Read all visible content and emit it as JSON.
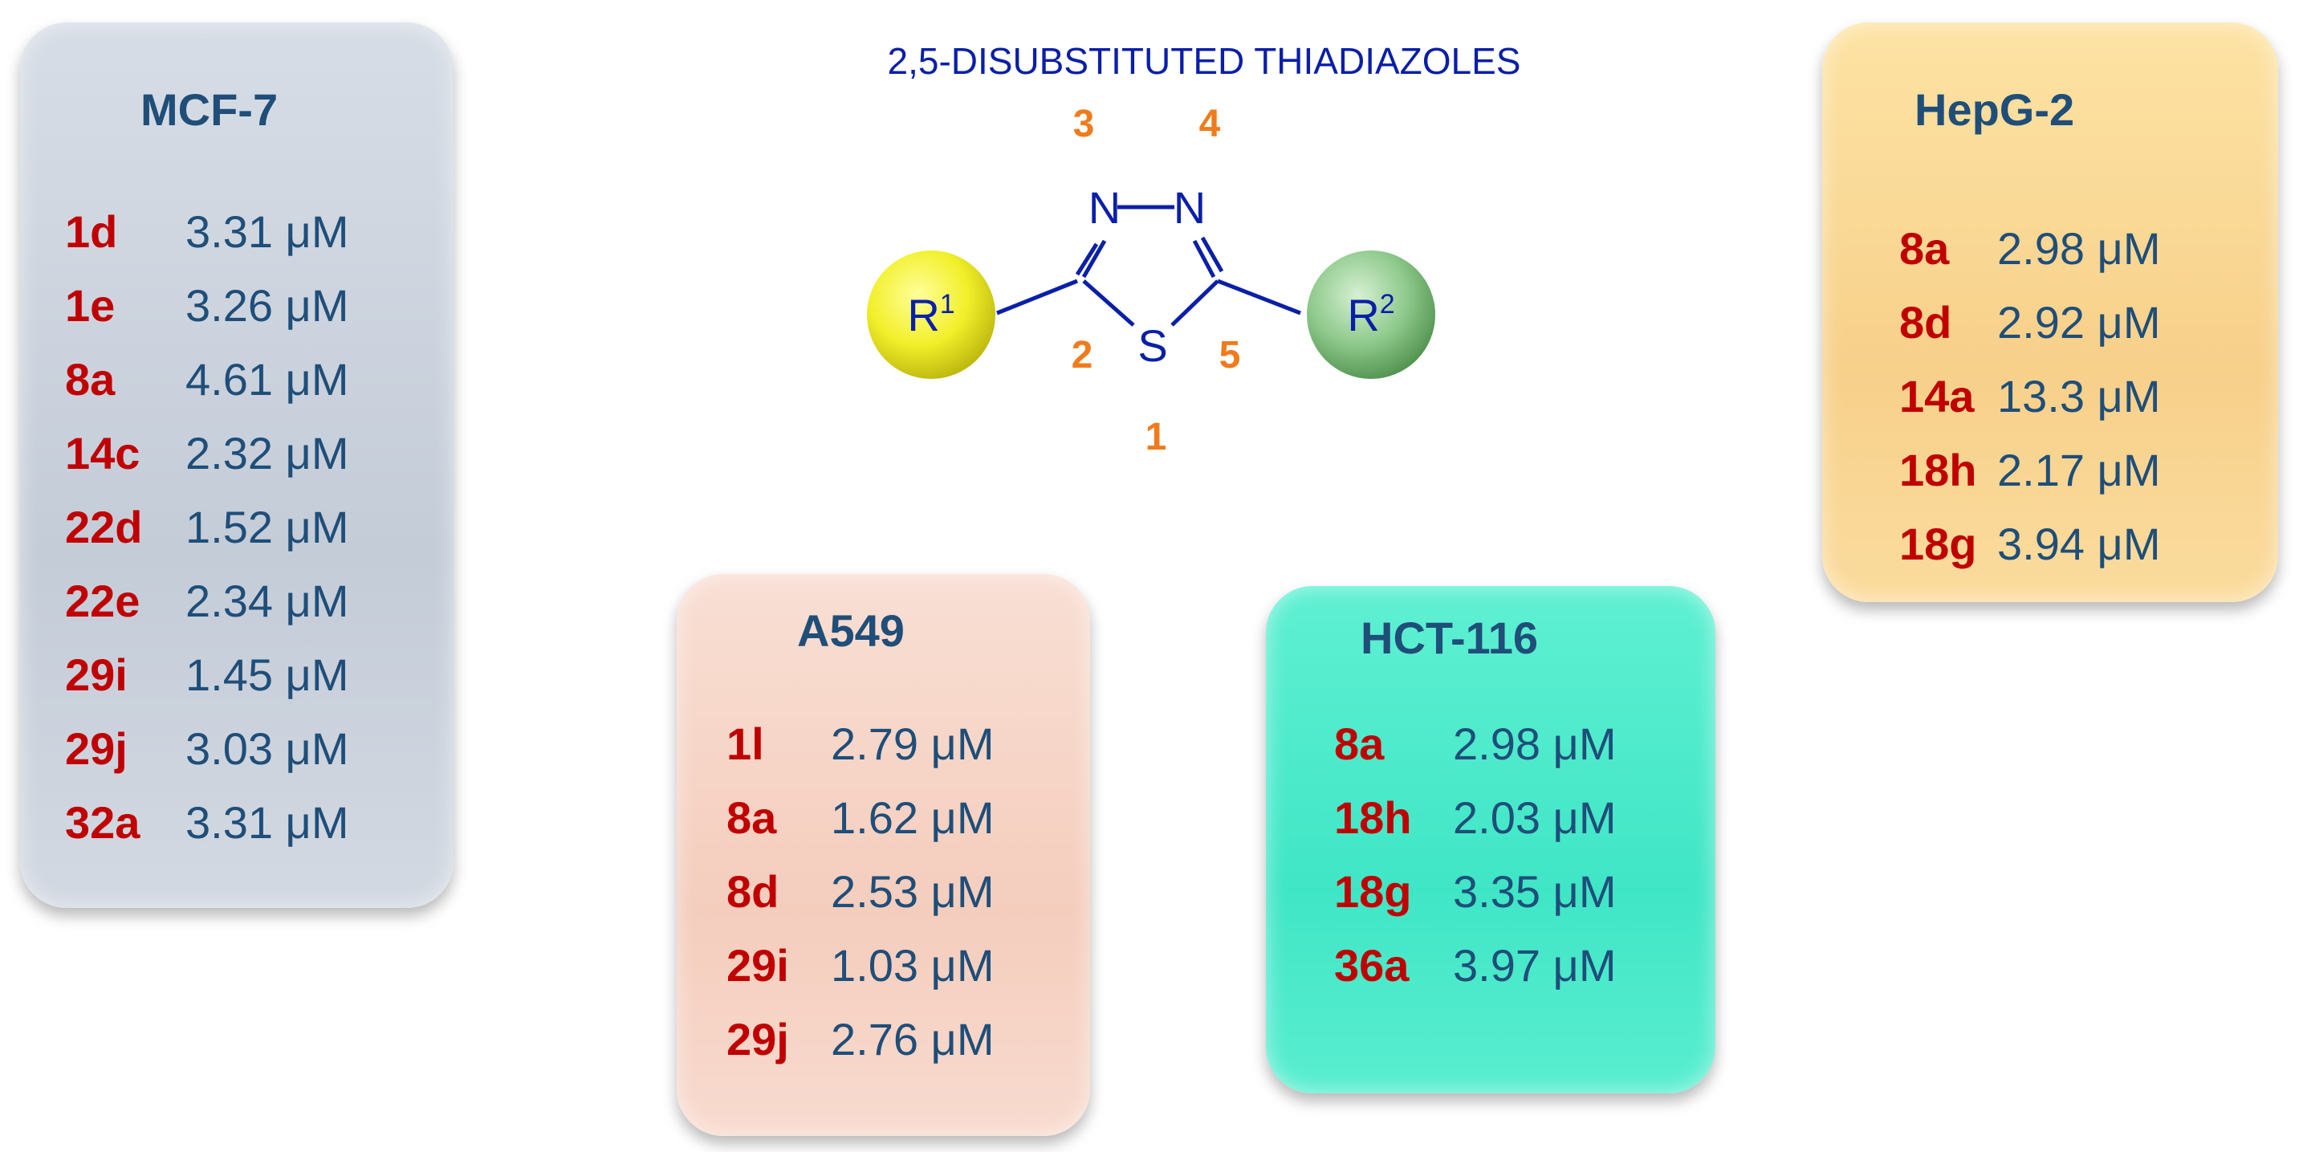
{
  "molecule": {
    "title": "2,5-DISUBSTITUTED THIADIAZOLES",
    "atoms": {
      "n3": "N",
      "n4": "N",
      "s1": "S"
    },
    "positions": {
      "p1": "1",
      "p2": "2",
      "p3": "3",
      "p4": "4",
      "p5": "5"
    },
    "substituents": {
      "r1_letter": "R",
      "r1_sup": "1",
      "r2_letter": "R",
      "r2_sup": "2"
    },
    "colors": {
      "title": "#0a1fa8",
      "bond": "#0a1fa8",
      "position_label": "#f07b1c",
      "r1_fill": "#f2ef2a",
      "r2_fill": "#8ec98b"
    }
  },
  "cards": {
    "mcf7": {
      "title": "MCF-7",
      "rows": [
        {
          "compound": "1d",
          "value": "3.31 μM"
        },
        {
          "compound": "1e",
          "value": "3.26 μM"
        },
        {
          "compound": "8a",
          "value": "4.61 μM"
        },
        {
          "compound": "14c",
          "value": "2.32 μM"
        },
        {
          "compound": "22d",
          "value": "1.52 μM"
        },
        {
          "compound": "22e",
          "value": "2.34 μM"
        },
        {
          "compound": "29i",
          "value": "1.45 μM"
        },
        {
          "compound": "29j",
          "value": "3.03 μM"
        },
        {
          "compound": "32a",
          "value": "3.31 μM"
        }
      ]
    },
    "hepg2": {
      "title": "HepG-2",
      "rows": [
        {
          "compound": "8a",
          "value": "2.98 μM"
        },
        {
          "compound": "8d",
          "value": "2.92 μM"
        },
        {
          "compound": "14a",
          "value": "13.3 μM"
        },
        {
          "compound": "18h",
          "value": "2.17 μM"
        },
        {
          "compound": "18g",
          "value": "3.94 μM"
        }
      ]
    },
    "a549": {
      "title": "A549",
      "rows": [
        {
          "compound": "1l",
          "value": "2.79 μM"
        },
        {
          "compound": "8a",
          "value": "1.62 μM"
        },
        {
          "compound": "8d",
          "value": "2.53 μM"
        },
        {
          "compound": "29i",
          "value": "1.03 μM"
        },
        {
          "compound": "29j",
          "value": "2.76 μM"
        }
      ]
    },
    "hct116": {
      "title": "HCT-116",
      "rows": [
        {
          "compound": "8a",
          "value": "2.98 μM"
        },
        {
          "compound": "18h",
          "value": "2.03 μM"
        },
        {
          "compound": "18g",
          "value": "3.35 μM"
        },
        {
          "compound": "36a",
          "value": "3.97 μM"
        }
      ]
    }
  }
}
